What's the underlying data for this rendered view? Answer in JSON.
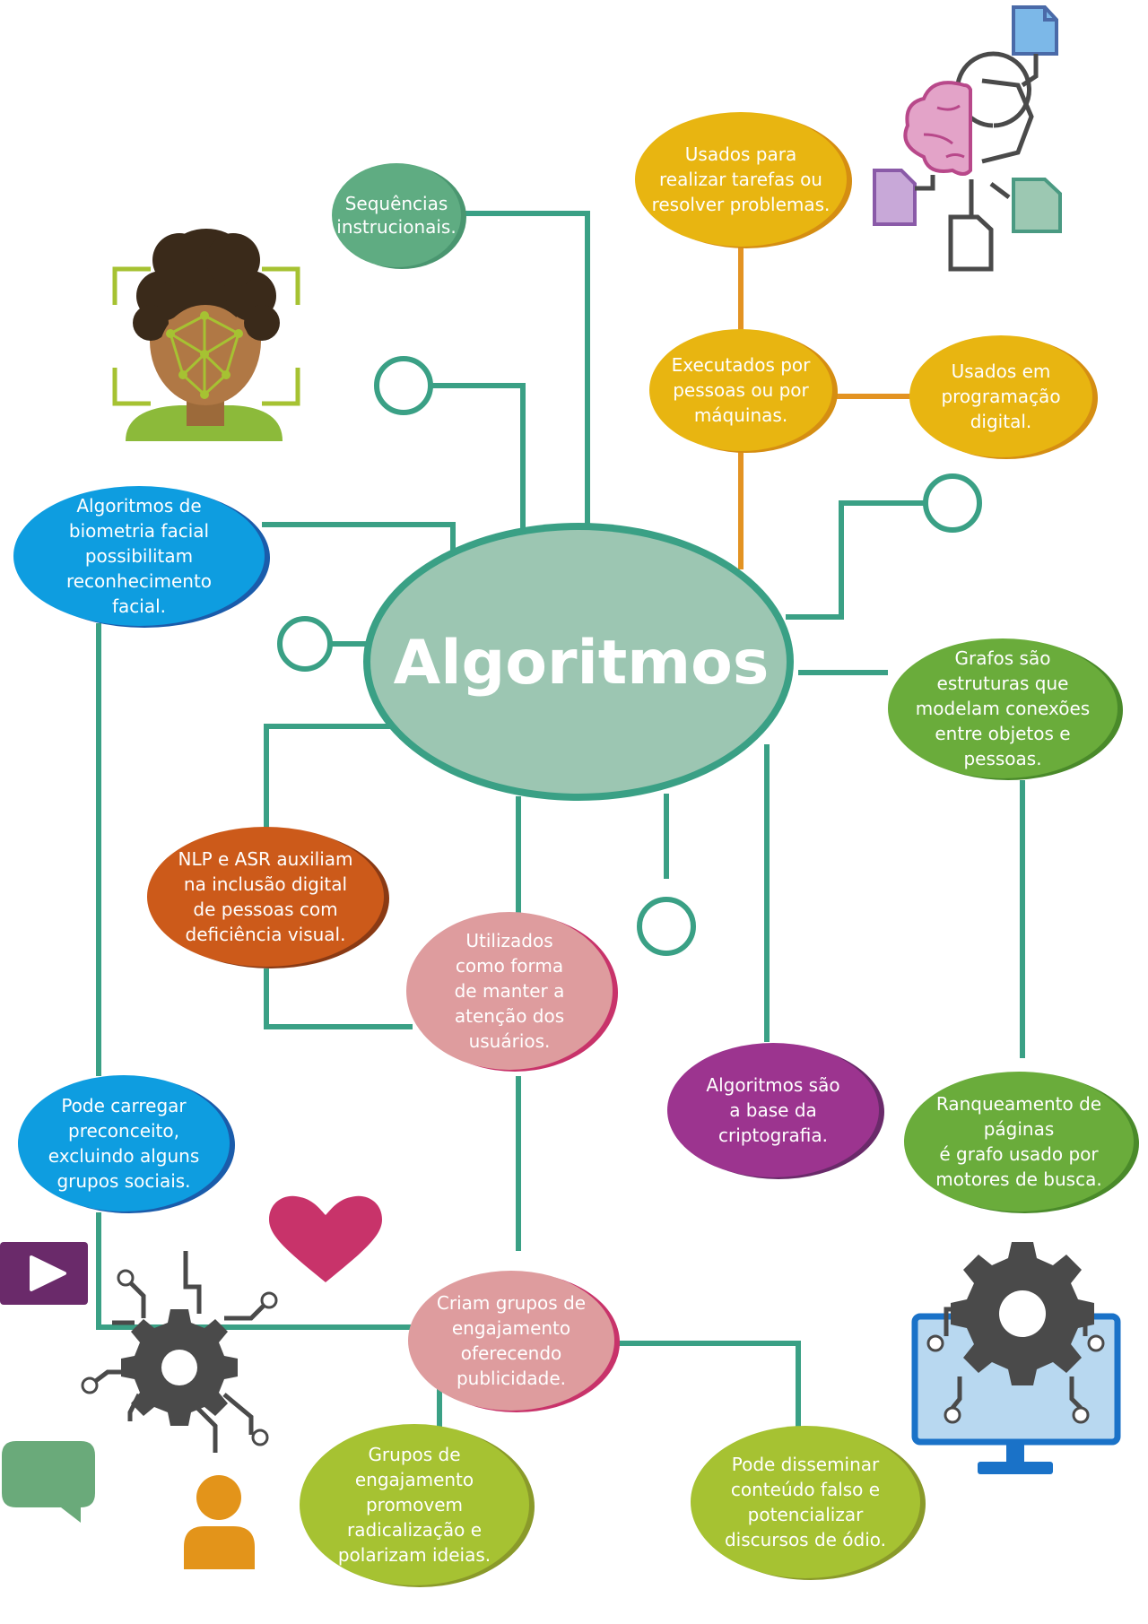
{
  "title": "Algoritmos",
  "colors": {
    "center": "#9cc6b2",
    "connector": "#3aa085",
    "orange_connector": "#e39322",
    "yellow": "#e8b511",
    "teal_green": "#5fac82",
    "blue": "#0e9de0",
    "green": "#6aac3b",
    "dark_orange": "#cc5a1a",
    "pink": "#de9c9e",
    "purple": "#9c348f",
    "lime": "#a6c232"
  },
  "nodes": [
    {
      "id": "sequencias",
      "lines": [
        "Sequências",
        "instrucionais."
      ]
    },
    {
      "id": "usados-tarefas",
      "lines": [
        "Usados para",
        "realizar tarefas ou",
        "resolver problemas."
      ]
    },
    {
      "id": "executados",
      "lines": [
        "Executados por",
        "pessoas ou por",
        "máquinas."
      ]
    },
    {
      "id": "programacao",
      "lines": [
        "Usados em",
        "programação",
        "digital."
      ]
    },
    {
      "id": "biometria",
      "lines": [
        "Algoritmos de",
        "biometria facial",
        "possibilitam",
        "reconhecimento",
        "facial."
      ]
    },
    {
      "id": "grafos",
      "lines": [
        "Grafos são",
        "estruturas que",
        "modelam conexões",
        "entre objetos e",
        "pessoas."
      ]
    },
    {
      "id": "nlp",
      "lines": [
        "NLP e ASR auxiliam",
        "na inclusão digital",
        "de pessoas com",
        "deficiência visual."
      ]
    },
    {
      "id": "utilizados",
      "lines": [
        "Utilizados",
        "como forma",
        "de manter a",
        "atenção dos",
        "usuários."
      ]
    },
    {
      "id": "criptografia",
      "lines": [
        "Algoritmos são",
        "a base da",
        "criptografia."
      ]
    },
    {
      "id": "ranqueamento",
      "lines": [
        "Ranqueamento de",
        "páginas",
        "é grafo usado por",
        "motores de busca."
      ]
    },
    {
      "id": "preconceito",
      "lines": [
        "Pode carregar",
        "preconceito,",
        "excluindo alguns",
        "grupos sociais."
      ]
    },
    {
      "id": "engajamento",
      "lines": [
        "Criam grupos de",
        "engajamento",
        "oferecendo",
        "publicidade."
      ]
    },
    {
      "id": "radicalizacao",
      "lines": [
        "Grupos de",
        "engajamento",
        "promovem",
        "radicalização e",
        "polarizam ideias."
      ]
    },
    {
      "id": "disseminar",
      "lines": [
        "Pode disseminar",
        "conteúdo falso e",
        "potencializar",
        "discursos de ódio."
      ]
    }
  ],
  "icons": [
    "face-recognition-icon",
    "brain-gear-documents-icon",
    "play-button-icon",
    "heart-icon",
    "circuit-gear-icon",
    "chat-bubble-icon",
    "user-person-icon",
    "monitor-gear-icon"
  ]
}
